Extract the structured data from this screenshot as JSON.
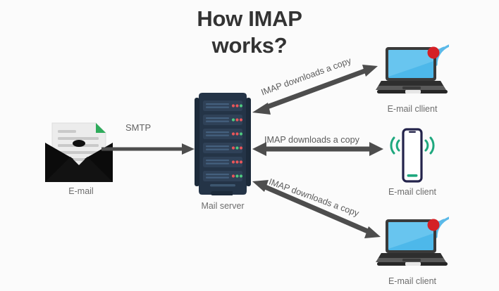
{
  "page": {
    "title_line1": "How IMAP",
    "title_line2": "works?",
    "background_color": "#fbfbfb",
    "title_color": "#333333"
  },
  "colors": {
    "arrow": "#4d4d4d",
    "server_body": "#243447",
    "server_slot": "#2f4157",
    "led_red": "#e8565a",
    "led_green": "#4fc97f",
    "laptop_screen": "#4db8ea",
    "laptop_body": "#4a4a4a",
    "laptop_red_dot": "#d42026",
    "wifi_blue": "#5bb9e8",
    "wifi_green": "#1ea87e",
    "phone_outline": "#23234b",
    "envelope": "#101010",
    "letter": "#e9e9e9",
    "letter_corner": "#2eab5b",
    "caption": "#6d6d6d",
    "label": "#5c5c5c"
  },
  "nodes": {
    "email": {
      "caption": "E-mail"
    },
    "server": {
      "caption": "Mail server"
    },
    "client_top": {
      "caption": "E-mail cllient"
    },
    "client_middle": {
      "caption": "E-mail client"
    },
    "client_bottom": {
      "caption": "E-mail client"
    }
  },
  "arrows": [
    {
      "id": "smtp",
      "label": "SMTP",
      "direction": "one-way",
      "from": "E-mail",
      "to": "Mail server",
      "rotation_deg": 0
    },
    {
      "id": "imap-top",
      "label": "IMAP downloads a copy",
      "direction": "two-way",
      "from": "Mail server",
      "to": "E-mail cllient",
      "rotation_deg": -20
    },
    {
      "id": "imap-middle",
      "label": "IMAP downloads a copy",
      "direction": "two-way",
      "from": "Mail server",
      "to": "E-mail client",
      "rotation_deg": 0
    },
    {
      "id": "imap-bottom",
      "label": "IMAP downloads a copy",
      "direction": "two-way",
      "from": "Mail server",
      "to": "E-mail client",
      "rotation_deg": 20
    }
  ],
  "server_leds": [
    [
      "red",
      "red",
      "green"
    ],
    [
      "green",
      "red",
      "red"
    ],
    [
      "red",
      "red",
      "green"
    ],
    [
      "red",
      "green",
      "red"
    ],
    [
      "red",
      "red",
      "red"
    ],
    [
      "red",
      "green",
      "green"
    ]
  ]
}
